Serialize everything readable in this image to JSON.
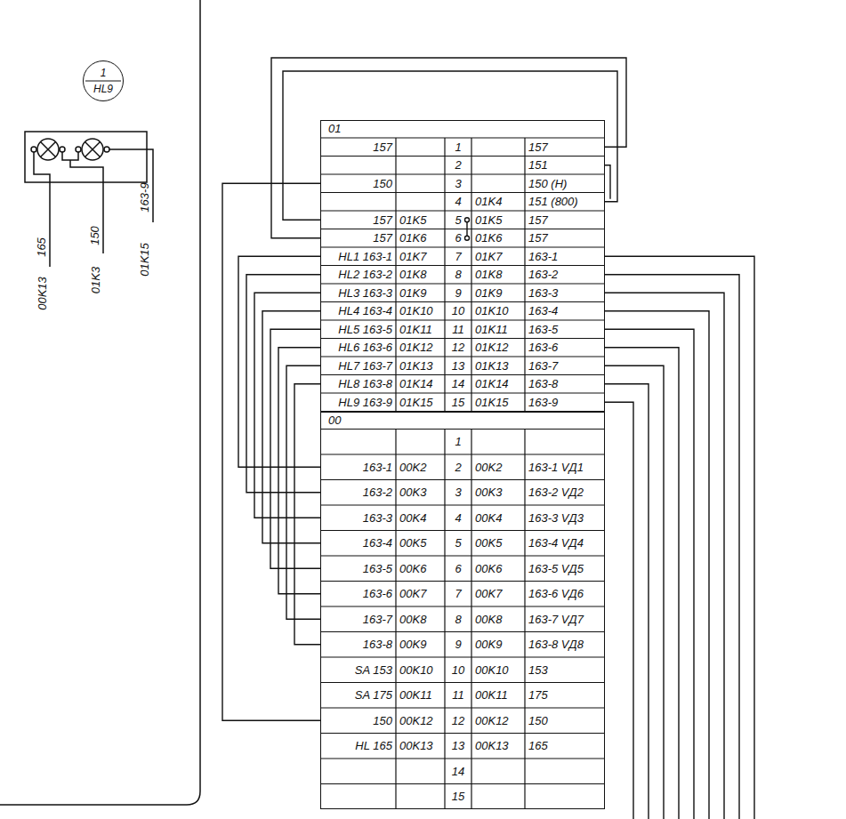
{
  "diagram": {
    "nodes": [
      {
        "text": [
          "1",
          "HL9"
        ]
      },
      {
        "text": [
          "01"
        ]
      },
      {
        "text": [
          "00"
        ]
      }
    ],
    "edges": [
      {
        "from": 1,
        "to": 2,
        "arrow": "none"
      },
      {
        "from": 1,
        "to": 2,
        "arrow": "none"
      },
      {
        "from": 1,
        "to": 2,
        "arrow": "none"
      },
      {
        "from": 1,
        "to": 2,
        "arrow": "none"
      },
      {
        "from": 1,
        "to": 2,
        "arrow": "none"
      },
      {
        "from": 1,
        "to": 2,
        "arrow": "none"
      },
      {
        "from": 1,
        "to": 2,
        "arrow": "none"
      },
      {
        "from": 1,
        "to": 2,
        "arrow": "none"
      },
      {
        "from": 1,
        "to": 2,
        "arrow": "none"
      }
    ],
    "labels": [
      "165",
      "00K13",
      "150",
      "01K3",
      "163-9",
      "01K15",
      "157",
      "1",
      "157",
      "2",
      "151",
      "150",
      "3",
      "150 (Н)",
      "4",
      "01K4",
      "151 (800)",
      "157",
      "01K5",
      "5",
      "01K5",
      "157",
      "157",
      "01K6",
      "6",
      "01K6",
      "157",
      "HL1 163-1",
      "01K7",
      "7",
      "01K7",
      "163-1",
      "HL2 163-2",
      "01K8",
      "8",
      "01K8",
      "163-2",
      "HL3 163-3",
      "01K9",
      "9",
      "01K9",
      "163-3",
      "HL4 163-4",
      "01K10",
      "10",
      "01K10",
      "163-4",
      "HL5 163-5",
      "01K11",
      "11",
      "01K11",
      "163-5",
      "HL6 163-6",
      "01K12",
      "12",
      "01K12",
      "163-6",
      "HL7 163-7",
      "01K13",
      "13",
      "01K13",
      "163-7",
      "HL8 163-8",
      "01K14",
      "14",
      "01K14",
      "163-8",
      "HL9 163-9",
      "01K15",
      "15",
      "01K15",
      "163-9",
      "1",
      "163-1",
      "00K2",
      "2",
      "00K2",
      "163-1 VД1",
      "163-2",
      "00K3",
      "3",
      "00K3",
      "163-2 VД2",
      "163-3",
      "00K4",
      "4",
      "00K4",
      "163-3 VД3",
      "163-4",
      "00K5",
      "5",
      "00K5",
      "163-4 VД4",
      "163-5",
      "00K6",
      "6",
      "00K6",
      "163-5 VД5",
      "163-6",
      "00K7",
      "7",
      "00K7",
      "163-6 VД6",
      "163-7",
      "00K8",
      "8",
      "00K8",
      "163-7 VД7",
      "163-8",
      "00K9",
      "9",
      "00K9",
      "163-8 VД8",
      "SA 153",
      "00K10",
      "10",
      "00K10",
      "153",
      "SA 175",
      "00K11",
      "11",
      "00K11",
      "175",
      "150",
      "00K12",
      "12",
      "00K12",
      "150",
      "HL 165",
      "00K13",
      "13",
      "00K13",
      "165",
      "14",
      "15"
    ]
  }
}
